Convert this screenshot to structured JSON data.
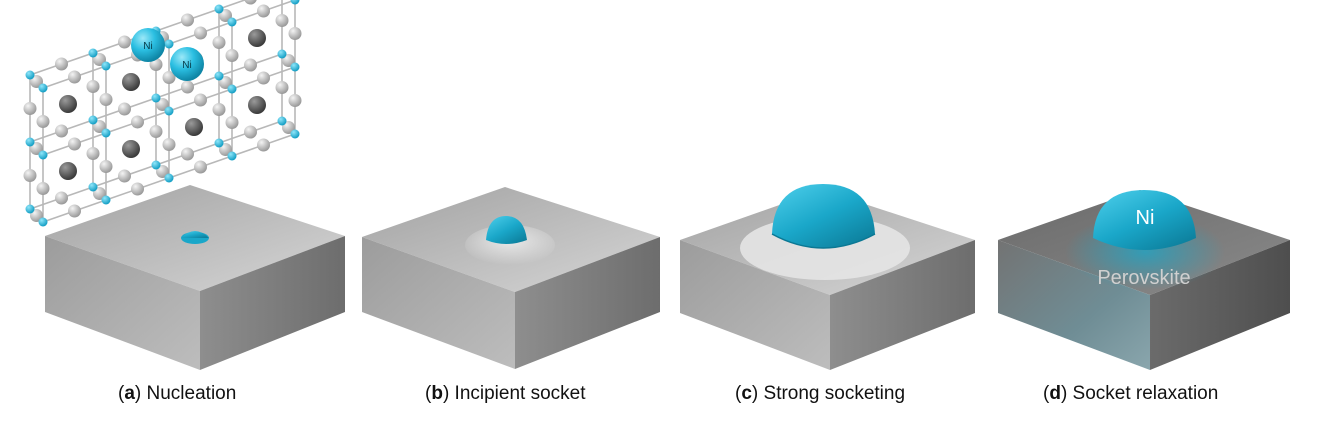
{
  "panels": [
    {
      "letter": "a",
      "caption": "Nucleation"
    },
    {
      "letter": "b",
      "caption": "Incipient socket"
    },
    {
      "letter": "c",
      "caption": "Strong socketing"
    },
    {
      "letter": "d",
      "caption": "Socket relaxation"
    }
  ],
  "labels": {
    "ni_atom_1": "Ni",
    "ni_atom_2": "Ni",
    "ni_particle": "Ni",
    "substrate": "Perovskite"
  },
  "colors": {
    "ni": "#1aa7c9",
    "b_site": "#2bc0e4",
    "oxygen": "#c8c8c8",
    "a_site": "#6a6a6a",
    "slab_top": "#9a9a9a",
    "caption_text": "#111111"
  }
}
